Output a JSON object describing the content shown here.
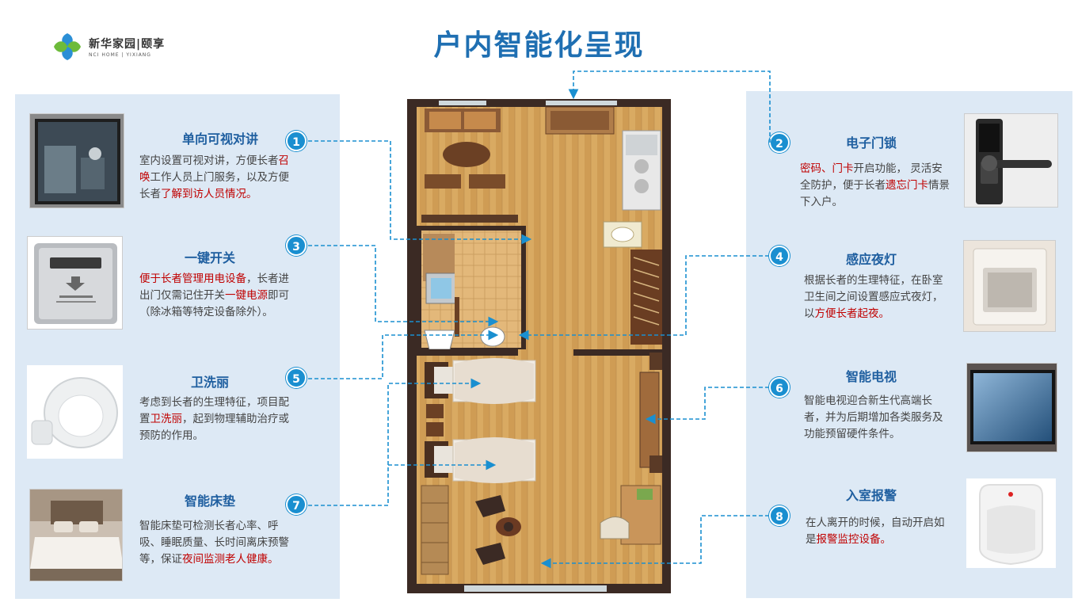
{
  "header": {
    "title": "户内智能化呈现",
    "logo": {
      "cn": "新华家园|颐享",
      "en": "NCI HOME | YIXIANG"
    }
  },
  "features": [
    {
      "num": "1",
      "title": "单向可视对讲",
      "desc": [
        "室内设置可视对讲，方便长者",
        "召唤",
        "工作人员上门服务，以及方便长者",
        "了解到访人员情况。"
      ]
    },
    {
      "num": "2",
      "title": "电子门锁",
      "desc": [
        "密码、门卡",
        "开启功能， 灵活安全防护，便于长者",
        "遗忘门卡",
        "情景下入户。"
      ]
    },
    {
      "num": "3",
      "title": "一键开关",
      "desc": [
        "便于长者管理用电设备",
        "，长者进出门仅需记住开关",
        "一键电源",
        "即可（除冰箱等特定设备除外）。"
      ]
    },
    {
      "num": "4",
      "title": "感应夜灯",
      "desc": [
        "根据长者的生理特征，在卧室卫生间之间设置感应式夜灯，以",
        "方便长者起夜。",
        "",
        ""
      ]
    },
    {
      "num": "5",
      "title": "卫洗丽",
      "desc": [
        "考虑到长者的生理特征，项目配置",
        "卫洗丽",
        "，起到物理辅助治疗或预防的作用。",
        ""
      ]
    },
    {
      "num": "6",
      "title": "智能电视",
      "desc": [
        "智能电视迎合新生代高端长者，并为后期增加各类服务及功能预留硬件条件。",
        "",
        "",
        ""
      ]
    },
    {
      "num": "7",
      "title": "智能床垫",
      "desc": [
        "智能床垫可检测长者心率、呼吸、睡眠质量、长时间离床预警等，保证",
        "夜间监测老人健康。",
        "",
        ""
      ]
    },
    {
      "num": "8",
      "title": "入室报警",
      "desc": [
        "在人离开的时候，自动开启如是",
        "报警监控设备。",
        "",
        ""
      ]
    }
  ],
  "colors": {
    "accent": "#1a8fd0",
    "title": "#1f6fb2",
    "highlight": "#c00000",
    "panel": "#dde9f5"
  }
}
